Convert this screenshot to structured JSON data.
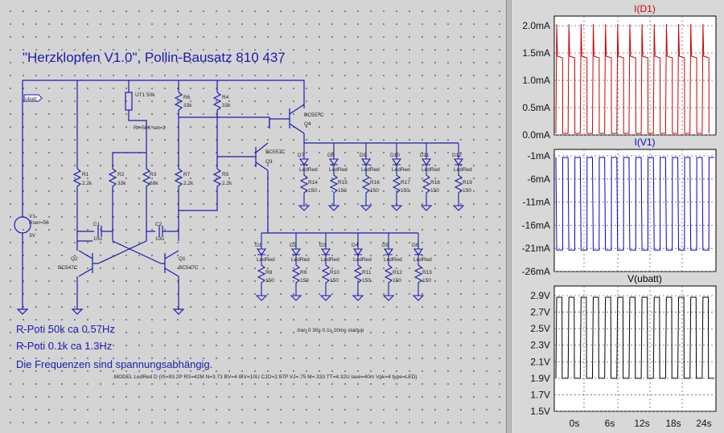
{
  "schematic": {
    "title": "\"Herzklopfen V1.0\", Pollin-Bausatz 810 437",
    "note1": "R-Poti 50k ca 0.57Hz",
    "note2": "R-Poti 0.1k ca 1.3Hz",
    "note3": "Die Frequenzen sind spannungsabhängig.",
    "model_line": ".MODEL LedRed D (IS=93.2P RS=42M N=3.73 BV=4 IBV=10U CJO=2.97P VJ=.75 M=.333 TT=4.32U Iave=40m Vpk=4 type=LED)",
    "tran_line": ".tran 0 30s 0.1s 20ms startup",
    "labels": {
      "ubatt": "ubatt",
      "v1": "V1",
      "v1_val": "Rser=56",
      "v1_volt": "3V",
      "ut1": "UT1",
      "ut1_val": "50k",
      "rt": "Rt=50K set=1",
      "r1": "R1",
      "r1v": "2.2k",
      "r2": "R2",
      "r2v": "33k",
      "r3": "R3",
      "r3v": "68k",
      "r4": "R4",
      "r4v": "33k",
      "r5": "R5",
      "r5v": "2.2k",
      "r6": "R6",
      "r6v": "33k",
      "r7": "R7",
      "r7v": "2.2k",
      "c1": "C1",
      "c1v": "10u",
      "c2": "C2",
      "c2v": "10u",
      "q1": "Q1",
      "q1t": "BC547C",
      "q2": "Q2",
      "q2t": "BC547C",
      "q3": "Q3",
      "q3t": "BC557C",
      "q4": "Q4",
      "q4t": "BC557C",
      "led": "LedRed",
      "rval": "150"
    },
    "top_leds": [
      "D7",
      "D8",
      "D9",
      "D10",
      "D11",
      "D12"
    ],
    "top_res": [
      "R14",
      "R15",
      "R16",
      "R17",
      "R18",
      "R19"
    ],
    "bot_leds": [
      "D1",
      "D2",
      "D3",
      "D4",
      "D5",
      "D6"
    ],
    "bot_res": [
      "R8",
      "R9",
      "R10",
      "R11",
      "R12",
      "R13"
    ]
  },
  "waveforms": {
    "x_ticks": [
      "0s",
      "6s",
      "12s",
      "18s",
      "24s"
    ],
    "panes": [
      {
        "name": "I(D1)",
        "color": "#cc0000",
        "ticks": [
          "2.0mA",
          "1.5mA",
          "1.0mA",
          "0.5mA",
          "0.0mA"
        ]
      },
      {
        "name": "I(V1)",
        "color": "#0000cc",
        "ticks": [
          "-1mA",
          "-6mA",
          "-11mA",
          "-16mA",
          "-21mA",
          "-26mA"
        ]
      },
      {
        "name": "V(ubatt)",
        "color": "#000000",
        "ticks": [
          "2.9V",
          "2.7V",
          "2.5V",
          "2.3V",
          "2.1V",
          "1.9V",
          "1.7V",
          "1.5V"
        ]
      }
    ]
  }
}
